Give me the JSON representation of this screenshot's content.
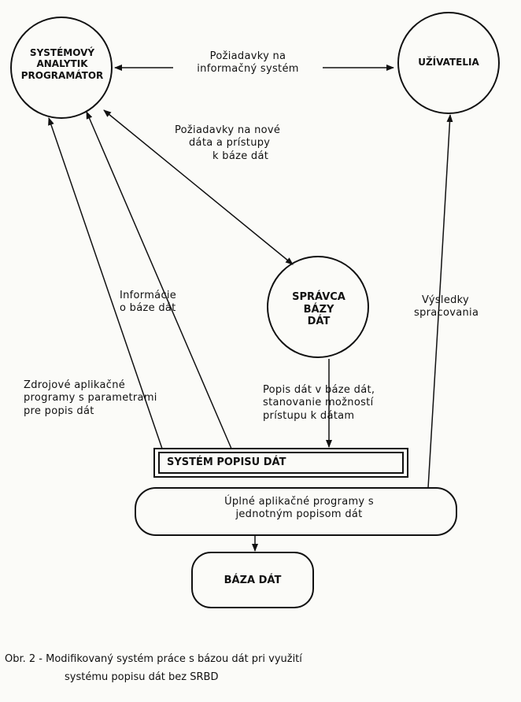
{
  "nodes": {
    "analyst": [
      "SYSTÉMOVÝ",
      "ANALYTIK",
      "PROGRAMÁTOR"
    ],
    "users": "UŽÍVATELIA",
    "dba": [
      "SPRÁVCA",
      "BÁZY",
      "DÁT"
    ],
    "data_description_system": "SYSTÉM POPISU DÁT",
    "app_programs": [
      "Úplné aplikačné programy s",
      "jednotným popisom dát"
    ],
    "database": "BÁZA DÁT"
  },
  "edges": {
    "requests_info_system": [
      "Požiadavky na",
      "informačný systém"
    ],
    "requests_new_data": [
      "Požiadavky na nové",
      "dáta a prístupy",
      "k báze dát"
    ],
    "info_about_db": [
      "Informácie",
      "o báze dát"
    ],
    "source_programs": [
      "Zdrojové aplikačné",
      "programy s parametrami",
      "pre popis dát"
    ],
    "processing_results": [
      "Výsledky",
      "spracovania"
    ],
    "data_description": [
      "Popis dát v báze dát,",
      "stanovanie možností",
      "prístupu k dátam"
    ]
  },
  "caption": {
    "line1": "Obr. 2 - Modifikovaný systém práce s bázou dát pri využití",
    "line2": "systému popisu dát bez SRBD"
  }
}
